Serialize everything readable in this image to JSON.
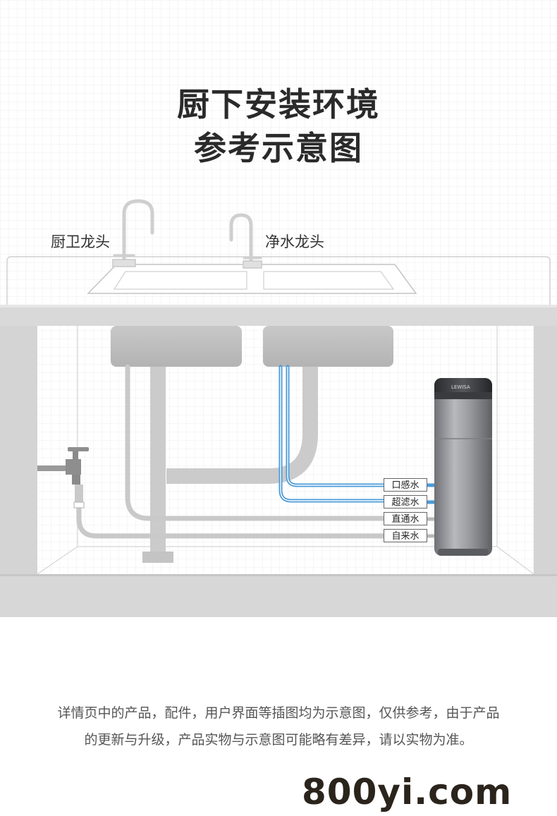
{
  "title": {
    "line1": "厨下安装环境",
    "line2": "参考示意图"
  },
  "faucets": {
    "kitchen_label": "厨卫龙头",
    "purified_label": "净水龙头"
  },
  "pipes": {
    "taste_water": "口感水",
    "ultra_filtered_water": "超滤水",
    "direct_water": "直通水",
    "tap_water": "自来水"
  },
  "purifier": {
    "brand": "LEWISA"
  },
  "disclaimer": {
    "line1": "详情页中的产品，配件，用户界面等插图均为示意图，仅供参考，由于产品",
    "line2": "的更新与升级，产品实物与示意图可能略有差异，请以实物为准。"
  },
  "watermark": "800yi.com",
  "colors": {
    "blue_pipe": "#4a9bd8",
    "gray_pipe": "#c9c9c9",
    "counter": "#d9d9d9",
    "purifier": "#8d8f93"
  }
}
